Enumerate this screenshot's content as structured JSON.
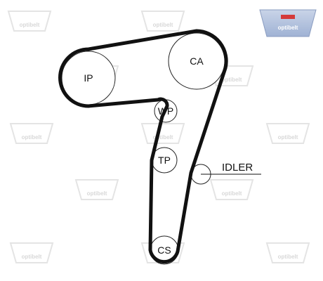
{
  "brand": {
    "logo_text": "optibelt",
    "logo_colors": {
      "top": "#c9d4e8",
      "bottom": "#9fb2d4",
      "accent": "#d43a3a"
    },
    "watermark_text": "optibelt",
    "watermark_color": "#d8d8d8"
  },
  "belt": {
    "color": "#111111"
  },
  "pulleys": [
    {
      "id": "ip",
      "label": "IP"
    },
    {
      "id": "ca",
      "label": "CA"
    },
    {
      "id": "wp",
      "label": "WP"
    },
    {
      "id": "tp",
      "label": "TP"
    },
    {
      "id": "cs",
      "label": "CS"
    }
  ],
  "idler": {
    "label": "IDLER"
  }
}
